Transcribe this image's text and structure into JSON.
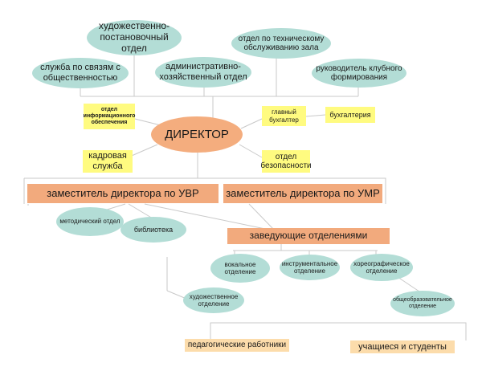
{
  "nodes": {
    "art_staging": "художественно-постановочный отдел",
    "tech_service": "отдел по техническому обслуживанию зала",
    "pr_service": "служба по связям с общественностью",
    "admin_dept": "административно-хозяйственный отдел",
    "club_head": "руководитель клубного формирования",
    "info_dept": "отдел информационного обеспечения",
    "chief_accountant": "главный бухгалтер",
    "accounting": "бухгалтерия",
    "director": "ДИРЕКТОР",
    "hr_service": "кадровая служба",
    "security_dept": "отдел безопасности",
    "deputy_uvr": "заместитель директора по УВР",
    "deputy_umr": "заместитель директора по УМР",
    "methodist": "методический отдел",
    "library": "библиотека",
    "dept_heads": "заведующие отделениями",
    "vocal": "вокальное отделение",
    "instrumental": "инструментальное отделение",
    "choreographic": "хореографическое отделение",
    "art": "художественное отделение",
    "general_ed": "общеобразовательное отделение",
    "teachers": "педагогические работники",
    "students": "учащиеся и студенты"
  },
  "colors": {
    "ellipse": "#b3ddd6",
    "yellow_box": "#fffb80",
    "salmon_box": "#f2aa7d",
    "beige_box": "#fcdcab",
    "director": "#f4ad7e",
    "connector": "#c9c9c9"
  }
}
